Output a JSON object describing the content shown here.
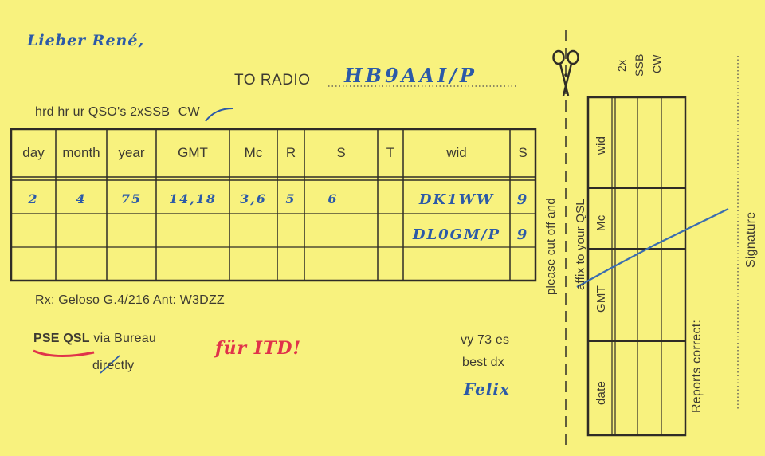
{
  "greeting": "Lieber René,",
  "to_radio": {
    "label": "TO RADIO",
    "callsign": "HB9AAI/P"
  },
  "qso_line": {
    "text": "hrd hr ur QSO's 2xSSB",
    "struck": "CW"
  },
  "log_table": {
    "headers": [
      "day",
      "month",
      "year",
      "GMT",
      "Mc",
      "R",
      "S",
      "T",
      "wid",
      "S"
    ],
    "rows": [
      [
        "2",
        "4",
        "75",
        "14,18",
        "3,6",
        "5",
        "6",
        "",
        "DK1WW",
        "9"
      ],
      [
        "",
        "",
        "",
        "",
        "",
        "",
        "",
        "",
        "DL0GM/P",
        "9"
      ]
    ]
  },
  "rig_line": "Rx: Geloso G.4/216   Ant: W3DZZ",
  "qsl": {
    "pse_qsl": "PSE QSL",
    "via_bureau": "via Bureau",
    "directly": "directly"
  },
  "red_note": "für ITD!",
  "closing": {
    "line1": "vy 73 es",
    "line2": "best dx",
    "signature": "Felix"
  },
  "cut_text": {
    "line1": "please cut off and",
    "line2": "affix to your QSL"
  },
  "side_modes": [
    "2x",
    "SSB",
    "CW"
  ],
  "side_table": {
    "labels": [
      "wid",
      "Mc",
      "GMT",
      "date"
    ]
  },
  "reports_correct": "Reports correct:",
  "signature_label": "Signature"
}
